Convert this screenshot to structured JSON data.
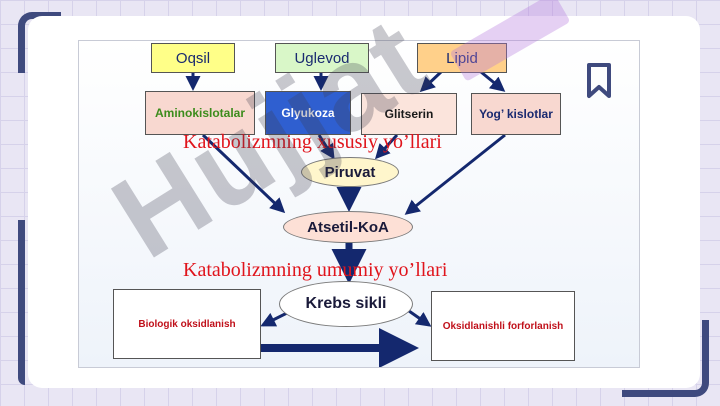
{
  "diagram": {
    "sources": [
      "Oqsil",
      "Uglevod",
      "Lipid"
    ],
    "products": [
      "Aminokislotalar",
      "Glyukoza",
      "Glitserin",
      "Yog’ kislotlar"
    ],
    "heading_specific": "Katabolizmning xususiy yo’llari",
    "piruvat": "Piruvat",
    "atsetil": "Atsetil-KoA",
    "heading_general": "Katabolizmning umumiy yo’llari",
    "krebs": "Krebs sikli",
    "bio_ox": "Biologik oksidlanish",
    "ox_phos": "Oksidlanishli forforlanish"
  },
  "watermark": {
    "text": "Hujjat"
  },
  "colors": {
    "frame": "#3f4a7e",
    "heading_red": "#e0141c",
    "arrow_navy": "#14286e",
    "oqsil_fill": "#ffff88",
    "uglevod_fill": "#d9f7c8",
    "lipid_fill": "#ffd08a",
    "glyukoza_fill": "#2f5fd0",
    "pink_fill": "#f8d8d0"
  },
  "icons": {
    "bookmark": "bookmark-icon"
  }
}
